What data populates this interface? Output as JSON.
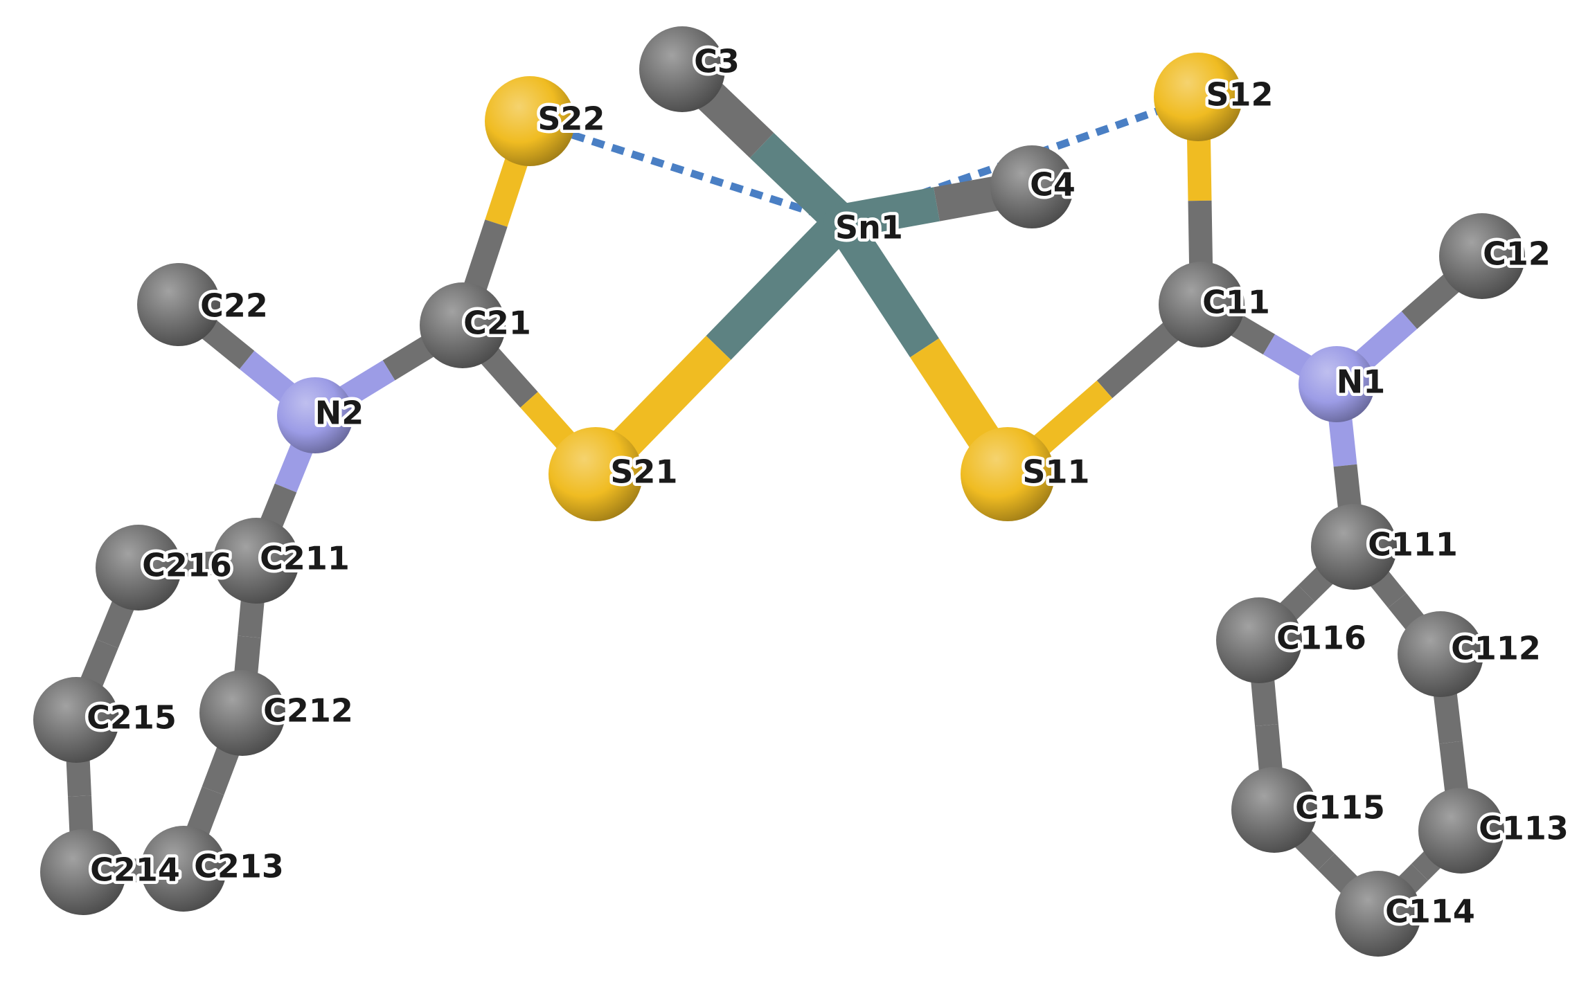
{
  "molecule": {
    "colors": {
      "C": "#707070",
      "S": "#f0bc22",
      "N": "#9c9ce6",
      "Sn": "#5d8282",
      "contact": "#4a7fc4",
      "label": "#1a1a1a"
    },
    "atoms": [
      {
        "id": "Sn1",
        "element": "Sn",
        "label": "Sn1"
      },
      {
        "id": "C3",
        "element": "C",
        "label": "C3"
      },
      {
        "id": "C4",
        "element": "C",
        "label": "C4"
      },
      {
        "id": "S22",
        "element": "S",
        "label": "S22"
      },
      {
        "id": "S21",
        "element": "S",
        "label": "S21"
      },
      {
        "id": "S12",
        "element": "S",
        "label": "S12"
      },
      {
        "id": "S11",
        "element": "S",
        "label": "S11"
      },
      {
        "id": "C21",
        "element": "C",
        "label": "C21"
      },
      {
        "id": "C11",
        "element": "C",
        "label": "C11"
      },
      {
        "id": "N2",
        "element": "N",
        "label": "N2"
      },
      {
        "id": "N1",
        "element": "N",
        "label": "N1"
      },
      {
        "id": "C22",
        "element": "C",
        "label": "C22"
      },
      {
        "id": "C12",
        "element": "C",
        "label": "C12"
      },
      {
        "id": "C211",
        "element": "C",
        "label": "C211"
      },
      {
        "id": "C216",
        "element": "C",
        "label": "C216"
      },
      {
        "id": "C212",
        "element": "C",
        "label": "C212"
      },
      {
        "id": "C215",
        "element": "C",
        "label": "C215"
      },
      {
        "id": "C213",
        "element": "C",
        "label": "C213"
      },
      {
        "id": "C214",
        "element": "C",
        "label": "C214"
      },
      {
        "id": "C111",
        "element": "C",
        "label": "C111"
      },
      {
        "id": "C116",
        "element": "C",
        "label": "C116"
      },
      {
        "id": "C112",
        "element": "C",
        "label": "C112"
      },
      {
        "id": "C115",
        "element": "C",
        "label": "C115"
      },
      {
        "id": "C113",
        "element": "C",
        "label": "C113"
      },
      {
        "id": "C114",
        "element": "C",
        "label": "C114"
      }
    ],
    "bonds": [
      {
        "a": "Sn1",
        "b": "C3"
      },
      {
        "a": "Sn1",
        "b": "C4"
      },
      {
        "a": "Sn1",
        "b": "S21"
      },
      {
        "a": "Sn1",
        "b": "S11"
      },
      {
        "a": "S22",
        "b": "C21"
      },
      {
        "a": "C21",
        "b": "S21"
      },
      {
        "a": "C21",
        "b": "N2"
      },
      {
        "a": "N2",
        "b": "C22"
      },
      {
        "a": "N2",
        "b": "C211"
      },
      {
        "a": "C211",
        "b": "C216"
      },
      {
        "a": "C211",
        "b": "C212"
      },
      {
        "a": "C216",
        "b": "C215"
      },
      {
        "a": "C215",
        "b": "C214"
      },
      {
        "a": "C214",
        "b": "C213"
      },
      {
        "a": "C213",
        "b": "C212"
      },
      {
        "a": "S12",
        "b": "C11"
      },
      {
        "a": "C11",
        "b": "S11"
      },
      {
        "a": "C11",
        "b": "N1"
      },
      {
        "a": "N1",
        "b": "C12"
      },
      {
        "a": "N1",
        "b": "C111"
      },
      {
        "a": "C111",
        "b": "C116"
      },
      {
        "a": "C111",
        "b": "C112"
      },
      {
        "a": "C116",
        "b": "C115"
      },
      {
        "a": "C115",
        "b": "C114"
      },
      {
        "a": "C114",
        "b": "C113"
      },
      {
        "a": "C113",
        "b": "C112"
      }
    ],
    "contacts": [
      {
        "a": "Sn1",
        "b": "S22"
      },
      {
        "a": "Sn1",
        "b": "S12"
      }
    ]
  }
}
